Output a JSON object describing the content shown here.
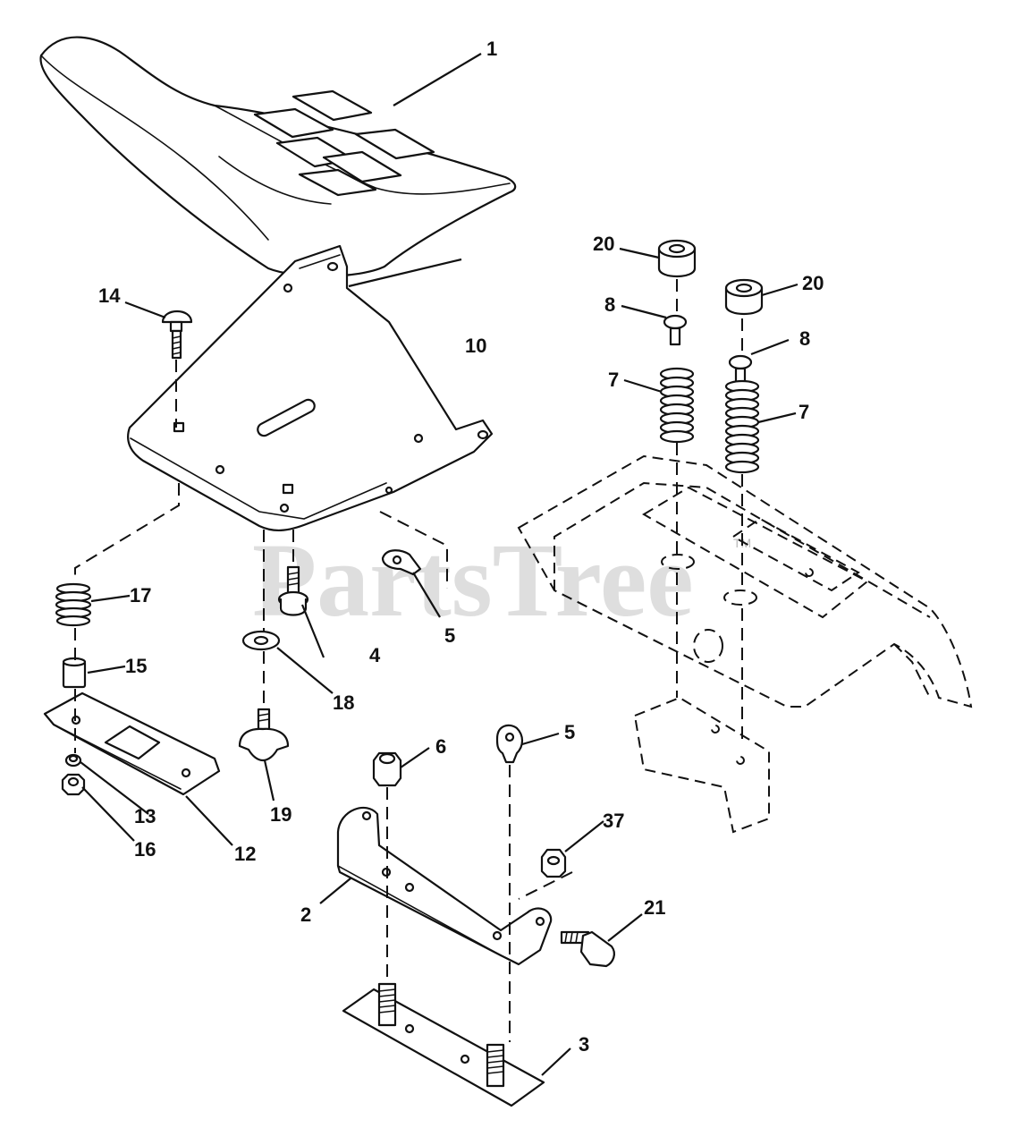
{
  "watermark": {
    "text": "PartsTree",
    "trademark": "TM"
  },
  "callouts": [
    {
      "id": "c1",
      "label": "1"
    },
    {
      "id": "c2",
      "label": "2"
    },
    {
      "id": "c3",
      "label": "3"
    },
    {
      "id": "c4",
      "label": "4"
    },
    {
      "id": "c5a",
      "label": "5"
    },
    {
      "id": "c5b",
      "label": "5"
    },
    {
      "id": "c6",
      "label": "6"
    },
    {
      "id": "c7a",
      "label": "7"
    },
    {
      "id": "c7b",
      "label": "7"
    },
    {
      "id": "c8a",
      "label": "8"
    },
    {
      "id": "c8b",
      "label": "8"
    },
    {
      "id": "c10",
      "label": "10"
    },
    {
      "id": "c12",
      "label": "12"
    },
    {
      "id": "c13",
      "label": "13"
    },
    {
      "id": "c14",
      "label": "14"
    },
    {
      "id": "c15",
      "label": "15"
    },
    {
      "id": "c16",
      "label": "16"
    },
    {
      "id": "c17",
      "label": "17"
    },
    {
      "id": "c18",
      "label": "18"
    },
    {
      "id": "c19",
      "label": "19"
    },
    {
      "id": "c20a",
      "label": "20"
    },
    {
      "id": "c20b",
      "label": "20"
    },
    {
      "id": "c21",
      "label": "21"
    },
    {
      "id": "c37",
      "label": "37"
    }
  ]
}
